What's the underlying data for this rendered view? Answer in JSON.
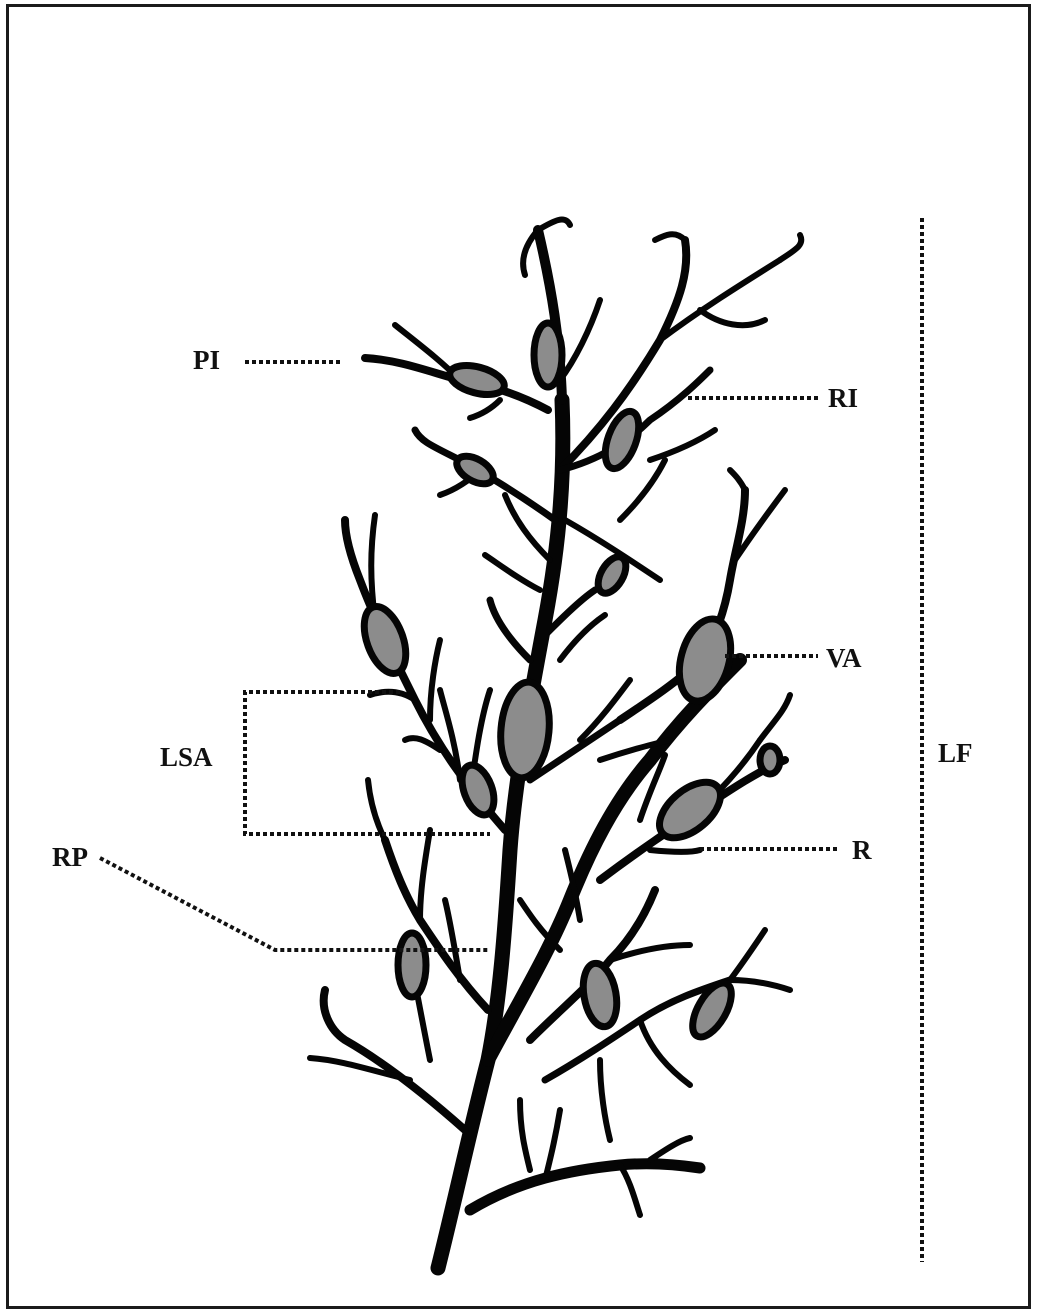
{
  "labels": {
    "pi": "PI",
    "ri": "RI",
    "va": "VA",
    "lsa": "LSA",
    "lf": "LF",
    "r": "R",
    "rp": "RP"
  },
  "colors": {
    "ink": "#050505",
    "vesicle_fill": "#8c8c8c",
    "background": "#ffffff"
  }
}
